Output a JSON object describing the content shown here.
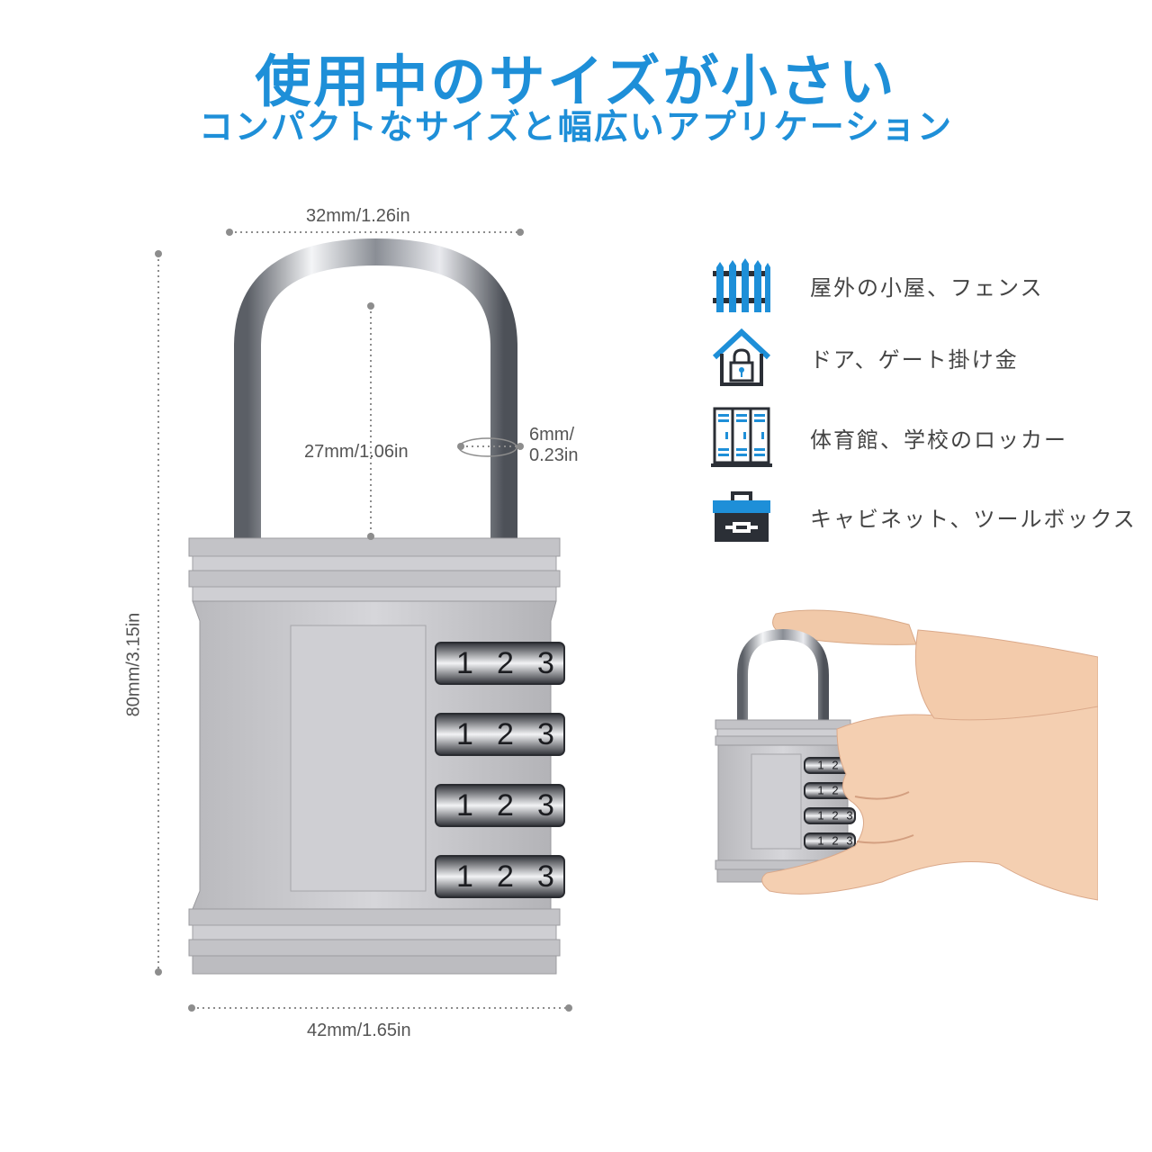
{
  "header": {
    "title": "使用中のサイズが小さい",
    "subtitle": "コンパクトなサイズと幅広いアプリケーション"
  },
  "dimensions": {
    "shackle_width": "32mm/1.26in",
    "shackle_height": "27mm/1.06in",
    "shackle_diameter_line1": "6mm/",
    "shackle_diameter_line2": "0.23in",
    "total_height": "80mm/3.15in",
    "body_width": "42mm/1.65in"
  },
  "lock": {
    "dial_digits": [
      "1",
      "2",
      "3"
    ],
    "dial_rows": 4
  },
  "uses": [
    {
      "icon": "fence-icon",
      "label": "屋外の小屋、フェンス"
    },
    {
      "icon": "house-lock-icon",
      "label": "ドア、ゲート掛け金"
    },
    {
      "icon": "locker-icon",
      "label": "体育館、学校のロッカー"
    },
    {
      "icon": "toolbox-icon",
      "label": "キャビネット、ツールボックス"
    }
  ],
  "colors": {
    "accent": "#1e8fd8",
    "icon_dark": "#2b2f36",
    "lock_body": "#c9c9cd"
  }
}
